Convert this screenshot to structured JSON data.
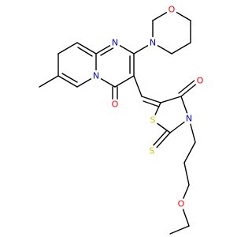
{
  "molecule": {
    "atoms": {
      "morph_O": {
        "text": "O",
        "color": "#ff0000"
      },
      "morph_N": {
        "text": "N",
        "color": "#0000ff"
      },
      "pyr_N_top": {
        "text": "N",
        "color": "#0000ff"
      },
      "pyr_N_bridge": {
        "text": "N",
        "color": "#0000ff"
      },
      "keto_O_pyr": {
        "text": "O",
        "color": "#ff0000"
      },
      "keto_O_thz": {
        "text": "O",
        "color": "#ff0000"
      },
      "thz_S_ring": {
        "text": "S",
        "color": "#cccc00"
      },
      "thz_N": {
        "text": "N",
        "color": "#0000ff"
      },
      "thione_S": {
        "text": "S",
        "color": "#cccc00"
      },
      "ether_O": {
        "text": "O",
        "color": "#ff0000"
      }
    }
  }
}
